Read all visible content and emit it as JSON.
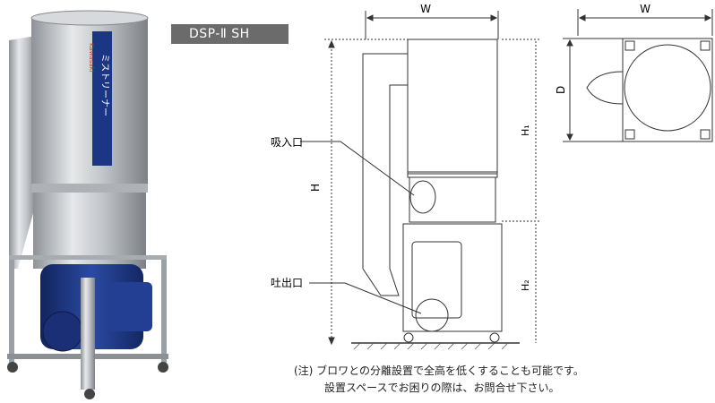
{
  "product": {
    "model_badge": "DSP-Ⅱ SH",
    "brand_label": "ミストリーナー",
    "maker_label": "Kawasaki"
  },
  "front_view": {
    "width_label": "W",
    "height_label": "H",
    "h1_label": "H₁",
    "h2_label": "H₂",
    "inlet_label": "吸入口",
    "outlet_label": "吐出口"
  },
  "top_view": {
    "width_label": "W",
    "depth_label": "D"
  },
  "note": {
    "line1": "(注) ブロワとの分離設置で全高を低くすることも可能です。",
    "line2": "設置スペースでお困りの際は、お問合せ下さい。"
  },
  "colors": {
    "badge_bg": "#6b6b6b",
    "blower_blue": "#1f3a8a",
    "steel": "#b9bcc0"
  }
}
